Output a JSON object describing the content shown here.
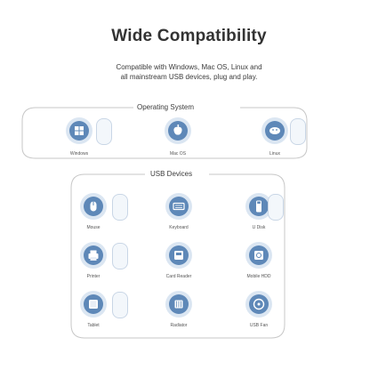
{
  "header": {
    "title": "Wide Compatibility",
    "subtitle_line1": "Compatible with Windows, Mac OS, Linux and",
    "subtitle_line2": "all mainstream USB devices, plug and play."
  },
  "os_section": {
    "label": "Operating System",
    "items": [
      {
        "label": "Windows",
        "icon": "windows-icon"
      },
      {
        "label": "Mac OS",
        "icon": "apple-icon"
      },
      {
        "label": "Linux",
        "icon": "linux-icon"
      }
    ]
  },
  "usb_section": {
    "label": "USB Devices",
    "items": [
      {
        "label": "Mouse",
        "icon": "mouse-icon"
      },
      {
        "label": "Keyboard",
        "icon": "keyboard-icon"
      },
      {
        "label": "U Disk",
        "icon": "usb-drive-icon"
      },
      {
        "label": "Printer",
        "icon": "printer-icon"
      },
      {
        "label": "Card Reader",
        "icon": "card-reader-icon"
      },
      {
        "label": "Mobile HDD",
        "icon": "hard-drive-icon"
      },
      {
        "label": "Tablet",
        "icon": "tablet-icon"
      },
      {
        "label": "Radiator",
        "icon": "radiator-icon"
      },
      {
        "label": "USB Fan",
        "icon": "fan-icon"
      }
    ]
  },
  "colors": {
    "icon_fill": "#5e88b8",
    "icon_ring": "#dbe6f2",
    "frame_line": "#c7c7c7"
  }
}
